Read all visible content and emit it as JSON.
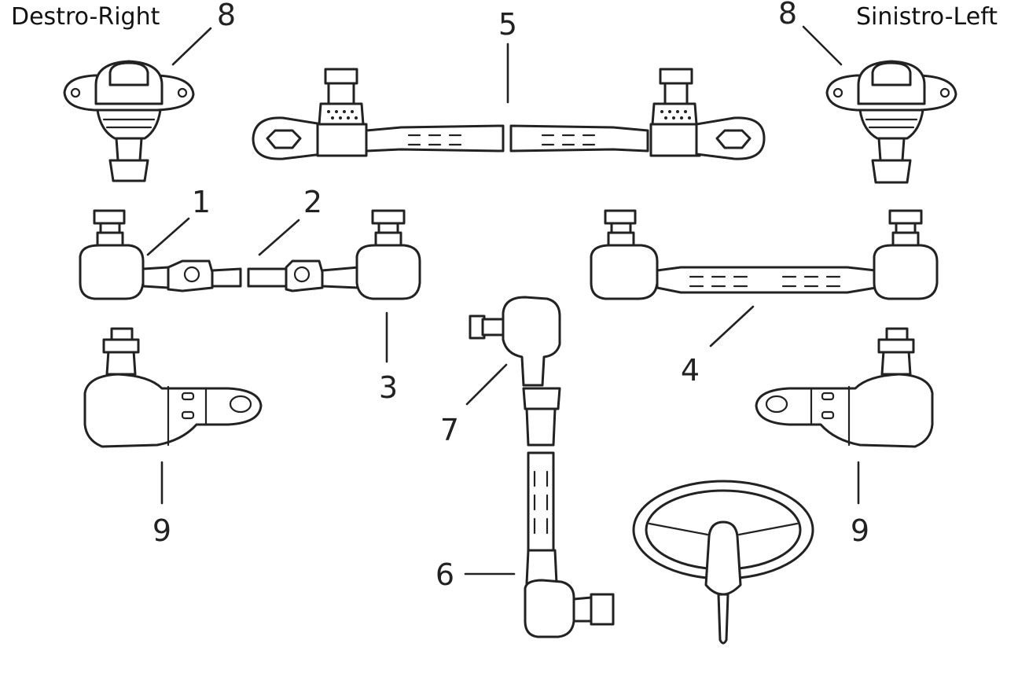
{
  "labels": {
    "destro_right": "Destro-Right",
    "sinistro_left": "Sinistro-Left"
  },
  "callouts": {
    "c1": "1",
    "c2": "2",
    "c3": "3",
    "c4": "4",
    "c5": "5",
    "c6": "6",
    "c7": "7",
    "c8_right": "8",
    "c8_left": "8",
    "c9_right": "9",
    "c9_left": "9"
  }
}
